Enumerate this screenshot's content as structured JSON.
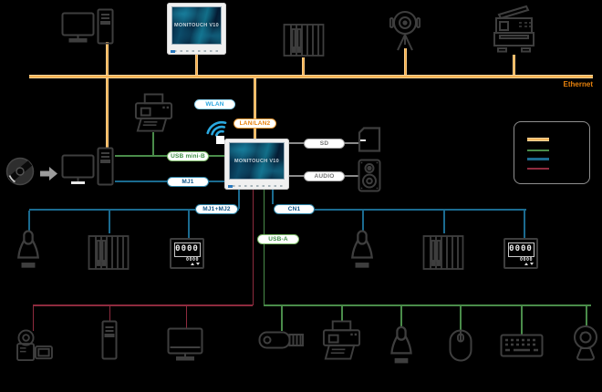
{
  "labels": {
    "ethernet": "Ethernet",
    "wlan": "WLAN",
    "lan_lan2": "LAN/LAN2",
    "usb_mini_b": "USB mini-B",
    "mj1": "MJ1",
    "mj1_mj2": "MJ1+MJ2",
    "cn1": "CN1",
    "usb_a": "USB-A",
    "sd": "SD",
    "audio": "AUDIO"
  },
  "hmi": {
    "model": "MONITOUCH V10"
  },
  "meter": {
    "main": "0000",
    "sub": "0000"
  },
  "colors": {
    "ethernet_line": "#F5A93F",
    "ethernet_text": "#E8820C",
    "usb_green": "#4A8C4A",
    "serial_blue": "#1B6B90",
    "video_red": "#8E2B3E",
    "sd_audio_gray": "#8A8A8A",
    "wlan_blue": "#2AA9E0",
    "background": "#000000"
  },
  "legend": {
    "swatch_colors": [
      "#F5A93F",
      "#4A8C4A",
      "#1B6B90",
      "#8E2B3E"
    ]
  }
}
